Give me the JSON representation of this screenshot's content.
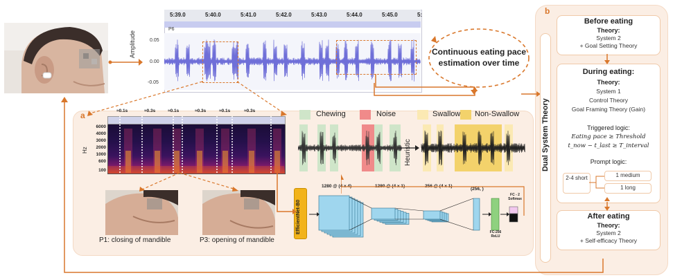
{
  "waveform": {
    "timestamps": [
      "5:39.0",
      "5:40.0",
      "5:41.0",
      "5:42.0",
      "5:43.0",
      "5:44.0",
      "5:45.0",
      "5:"
    ],
    "track_label": "P6",
    "y_axis_label": "Amplitude",
    "y_ticks": [
      "0.05",
      "0.00",
      "-0.05"
    ]
  },
  "continuous_label": "Continuous eating pace estimation over time",
  "panel_a": {
    "tag": "a",
    "spectrogram": {
      "y_axis_label": "Hz",
      "y_ticks": [
        "6000",
        "4000",
        "3000",
        "2000",
        "1000",
        "600",
        "100"
      ],
      "intervals": [
        "≈0.1s",
        "≈0.3s",
        "≈0.1s",
        "≈0.3s",
        "≈0.1s",
        "≈0.3s"
      ]
    },
    "legend": {
      "chewing": "Chewing",
      "noise": "Noise",
      "swallow": "Swallow",
      "non_swallow": "Non-Swallow"
    },
    "heuristic_label": "Heuristic",
    "photos": {
      "p1_caption": "P1: closing of mandible",
      "p3_caption": "P3: opening of mandible"
    },
    "network": {
      "backbone": "EfficientNet-B0",
      "block1": "1280 @ (4 x 4)",
      "block2": "1280 @ (4 x 1)",
      "block3": "256 @ (4 x 1)",
      "vector": "(256, )",
      "fc": "FC-256 ReLU",
      "softmax": "FC - 2 Softmax"
    }
  },
  "panel_b": {
    "tag": "b",
    "side_label": "Dual System Theory",
    "before": {
      "title": "Before eating",
      "theory_label": "Theory:",
      "lines": [
        "System 2",
        "+ Goal Setting Theory"
      ]
    },
    "during": {
      "title": "During eating:",
      "theory_label": "Theory:",
      "lines": [
        "System 1",
        "Control Theory",
        "Goal Framing Theory (Gain)"
      ],
      "triggered_label": "Triggered logic:",
      "formula1": "Eating pace ≥ Threshold",
      "formula2": "t_now − t_last ≥ T_interval",
      "prompt_label": "Prompt logic:",
      "prompt_short": "2-4 short",
      "prompt_medium": "1 medium",
      "prompt_long": "1 long"
    },
    "after": {
      "title": "After eating",
      "theory_label": "Theory:",
      "lines": [
        "System 2",
        "+ Self-efficacy Theory"
      ]
    }
  },
  "colors": {
    "accent": "#d9772b",
    "panel_bg": "#fbeee4",
    "wave": "#6f6fd8",
    "chewing": "#cfe5c9",
    "noise": "#f08a8a",
    "swallow": "#fbe9b3",
    "non_swallow": "#f3d26b",
    "net_blue": "#9fd6ee",
    "net_green": "#8fd17f",
    "backbone": "#f2b31a"
  },
  "icons": {
    "person_photo": "person-with-earbud-photo",
    "jaw_photo": "jaw-photo"
  }
}
